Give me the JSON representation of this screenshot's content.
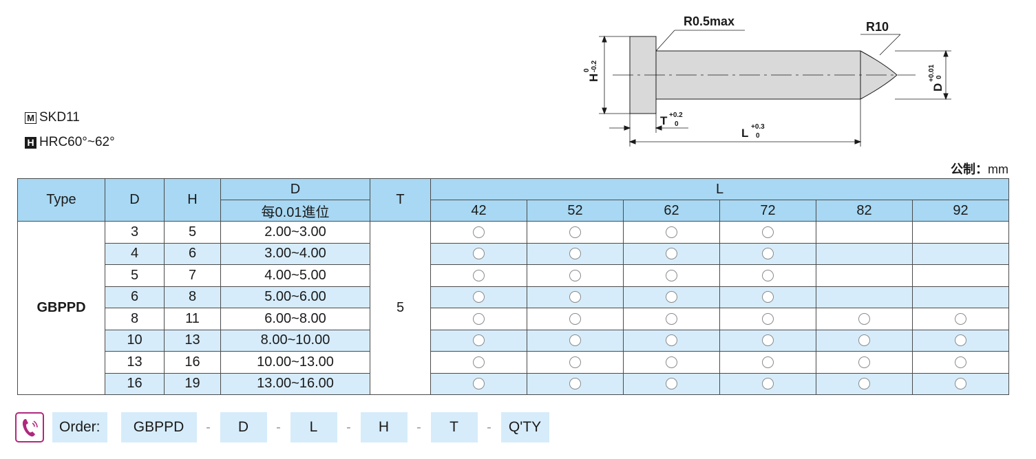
{
  "material": {
    "m_badge": "M",
    "m_text": "SKD11",
    "h_badge": "H",
    "h_text": "HRC60°~62°"
  },
  "drawing": {
    "r_small": "R0.5max",
    "r_large": "R10",
    "h_dim": "H",
    "h_tol_upper": "0",
    "h_tol_lower": "-0.2",
    "d_dim": "D",
    "d_tol_upper": "+0.01",
    "d_tol_lower": "0",
    "t_dim": "T",
    "t_tol_upper": "+0.2",
    "t_tol_lower": "0",
    "l_dim": "L",
    "l_tol_upper": "+0.3",
    "l_tol_lower": "0"
  },
  "unit": {
    "label": "公制：",
    "value": "mm"
  },
  "table": {
    "headers": {
      "type": "Type",
      "d": "D",
      "h": "H",
      "d_range": "D",
      "d_range_sub": "每0.01進位",
      "t": "T",
      "l": "L"
    },
    "l_values": [
      "42",
      "52",
      "62",
      "72",
      "82",
      "92"
    ],
    "type_name": "GBPPD",
    "t_value": "5",
    "rows": [
      {
        "d": "3",
        "h": "5",
        "range": "2.00~3.00",
        "avail": [
          true,
          true,
          true,
          true,
          false,
          false
        ]
      },
      {
        "d": "4",
        "h": "6",
        "range": "3.00~4.00",
        "avail": [
          true,
          true,
          true,
          true,
          false,
          false
        ]
      },
      {
        "d": "5",
        "h": "7",
        "range": "4.00~5.00",
        "avail": [
          true,
          true,
          true,
          true,
          false,
          false
        ]
      },
      {
        "d": "6",
        "h": "8",
        "range": "5.00~6.00",
        "avail": [
          true,
          true,
          true,
          true,
          false,
          false
        ]
      },
      {
        "d": "8",
        "h": "11",
        "range": "6.00~8.00",
        "avail": [
          true,
          true,
          true,
          true,
          true,
          true
        ]
      },
      {
        "d": "10",
        "h": "13",
        "range": "8.00~10.00",
        "avail": [
          true,
          true,
          true,
          true,
          true,
          true
        ]
      },
      {
        "d": "13",
        "h": "16",
        "range": "10.00~13.00",
        "avail": [
          true,
          true,
          true,
          true,
          true,
          true
        ]
      },
      {
        "d": "16",
        "h": "19",
        "range": "13.00~16.00",
        "avail": [
          true,
          true,
          true,
          true,
          true,
          true
        ]
      }
    ]
  },
  "order": {
    "icon": "phone-icon",
    "label": "Order:",
    "separator": "-",
    "segments": [
      "GBPPD",
      "D",
      "L",
      "H",
      "T",
      "Q'TY"
    ]
  }
}
